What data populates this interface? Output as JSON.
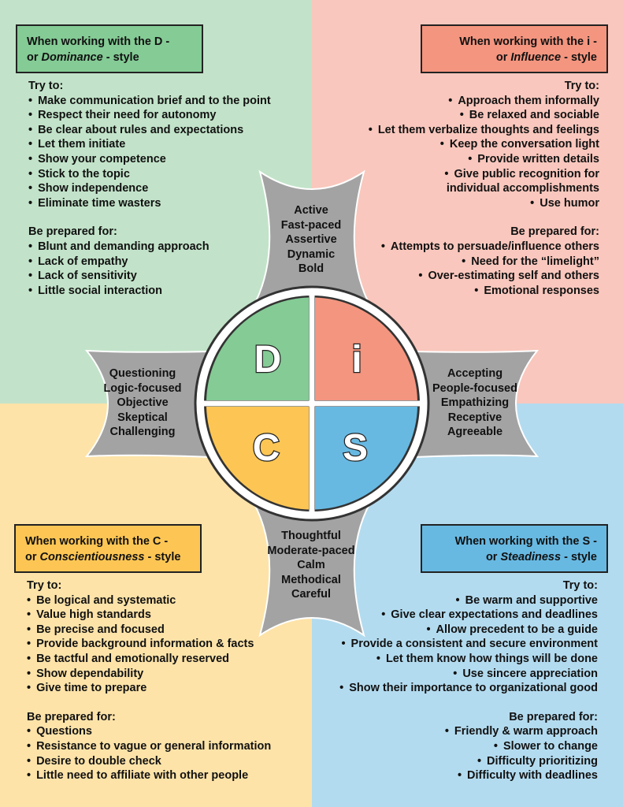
{
  "colors": {
    "d_bg": "#c2e3c9",
    "i_bg": "#f9c7bd",
    "c_bg": "#fde3a8",
    "s_bg": "#b3dbef",
    "d_accent": "#84cb95",
    "i_accent": "#f4957f",
    "c_accent": "#fdc654",
    "s_accent": "#67b9e2",
    "arm": "#a3a3a3"
  },
  "circle": {
    "d": "D",
    "i": "i",
    "c": "C",
    "s": "S"
  },
  "arms": {
    "top": [
      "Active",
      "Fast-paced",
      "Assertive",
      "Dynamic",
      "Bold"
    ],
    "left": [
      "Questioning",
      "Logic-focused",
      "Objective",
      "Skeptical",
      "Challenging"
    ],
    "right": [
      "Accepting",
      "People-focused",
      "Empathizing",
      "Receptive",
      "Agreeable"
    ],
    "bottom": [
      "Thoughtful",
      "Moderate-paced",
      "Calm",
      "Methodical",
      "Careful"
    ]
  },
  "d": {
    "header_line1": "When working with the D -",
    "header_prefix": "or ",
    "header_style": "Dominance",
    "header_suffix": " - style",
    "try_label": "Try to:",
    "try": [
      "Make communication brief and to the point",
      "Respect their need for autonomy",
      "Be clear about rules and expectations",
      "Let them initiate",
      "Show your competence",
      "Stick to the topic",
      "Show independence",
      "Eliminate time wasters"
    ],
    "prepared_label": "Be prepared for:",
    "prepared": [
      "Blunt and demanding approach",
      "Lack of empathy",
      "Lack of sensitivity",
      "Little social interaction"
    ]
  },
  "i": {
    "header_line1": "When working with the i -",
    "header_prefix": "or ",
    "header_style": "Influence",
    "header_suffix": " - style",
    "try_label": "Try to:",
    "try": [
      "Approach them informally",
      "Be relaxed and sociable",
      "Let them verbalize thoughts and feelings",
      "Keep the conversation light",
      "Provide written details",
      "Give public recognition for",
      "individual accomplishments",
      "Use humor"
    ],
    "prepared_label": "Be prepared for:",
    "prepared": [
      "Attempts to persuade/influence others",
      "Need for the “limelight”",
      "Over-estimating self and others",
      "Emotional responses"
    ]
  },
  "c": {
    "header_line1": "When working with the C -",
    "header_prefix": "or ",
    "header_style": "Conscientiousness",
    "header_suffix": " - style",
    "try_label": "Try to:",
    "try": [
      "Be logical and systematic",
      "Value high standards",
      "Be precise and focused",
      "Provide background information & facts",
      "Be tactful and emotionally reserved",
      "Show dependability",
      "Give time to prepare"
    ],
    "prepared_label": "Be prepared for:",
    "prepared": [
      "Questions",
      "Resistance to vague or general information",
      "Desire to double check",
      "Little need to affiliate with other people"
    ]
  },
  "s": {
    "header_line1": "When working with the S -",
    "header_prefix": "or ",
    "header_style": "Steadiness",
    "header_suffix": " - style",
    "try_label": "Try to:",
    "try": [
      "Be warm and supportive",
      "Give clear expectations and deadlines",
      "Allow precedent to be a guide",
      "Provide a consistent and secure environment",
      "Let them know how things will be done",
      "Use sincere appreciation",
      "Show their importance to organizational good"
    ],
    "prepared_label": "Be prepared for:",
    "prepared": [
      "Friendly & warm approach",
      "Slower to change",
      "Difficulty prioritizing",
      "Difficulty with deadlines"
    ]
  }
}
